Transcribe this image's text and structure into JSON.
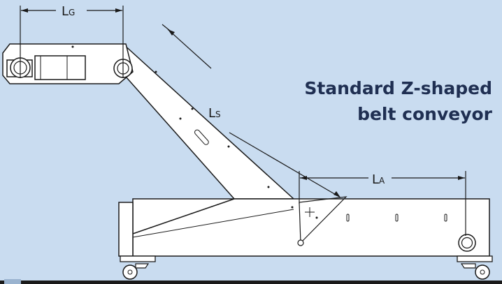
{
  "title": {
    "line1": "Standard Z-shaped",
    "line2": "belt conveyor"
  },
  "dimensions": {
    "lg": {
      "main": "L",
      "sub": "G"
    },
    "ls": {
      "main": "L",
      "sub": "S"
    },
    "la": {
      "main": "L",
      "sub": "A"
    }
  },
  "colors": {
    "background": "#c9dcf0",
    "frame_fill": "#ffffff",
    "line": "#1a1a1a",
    "title": "#1f2f52"
  }
}
